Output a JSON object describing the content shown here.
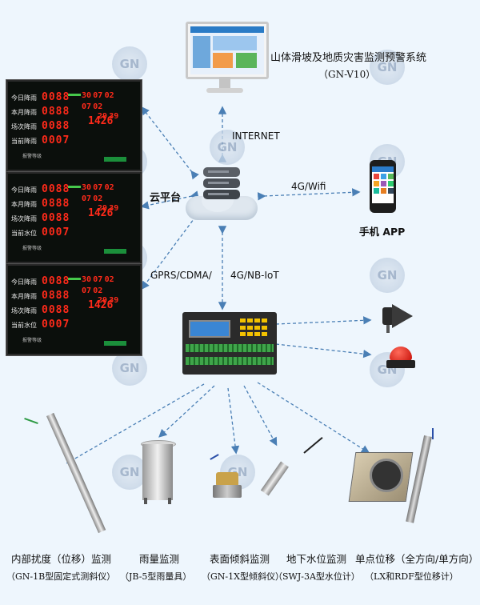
{
  "system_title": "山体滑坡及地质灾害监测预警系统",
  "system_model": "（GN-V10）",
  "link_internet": "INTERNET",
  "cloud_label": "云平台",
  "link_4g_wifi": "4G/Wifi",
  "app_label": "手机 APP",
  "link_gprs": "GPRS/CDMA/",
  "link_nbiot": "4G/NB-IoT",
  "watermark_letter": "GN",
  "panels": [
    {
      "rows": [
        {
          "k": "今日降雨",
          "v": "0088"
        },
        {
          "k": "本月降雨",
          "v": "0888"
        },
        {
          "k": "场次降雨",
          "v": "0088"
        },
        {
          "k": "当前降雨",
          "v": "0007"
        }
      ],
      "date": [
        "30",
        "07",
        "02"
      ],
      "time": "1426",
      "temp": "29",
      "humid": "39",
      "alarm_label": "报警等级"
    },
    {
      "rows": [
        {
          "k": "今日降雨",
          "v": "0088"
        },
        {
          "k": "本月降雨",
          "v": "0888"
        },
        {
          "k": "场次降雨",
          "v": "0088"
        },
        {
          "k": "当前水位",
          "v": "0007"
        }
      ],
      "date": [
        "30",
        "07",
        "02"
      ],
      "time": "1426",
      "temp": "29",
      "humid": "39",
      "alarm_label": "报警等级"
    },
    {
      "rows": [
        {
          "k": "今日降雨",
          "v": "0088"
        },
        {
          "k": "本月降雨",
          "v": "0888"
        },
        {
          "k": "场次降雨",
          "v": "0088"
        },
        {
          "k": "当前水位",
          "v": "0007"
        }
      ],
      "date": [
        "30",
        "07",
        "02"
      ],
      "time": "1426",
      "temp": "29",
      "humid": "39",
      "alarm_label": "报警等级"
    }
  ],
  "sensors": [
    {
      "name": "内部扰度（位移）监测",
      "model": "（GN-1B型固定式测斜仪）"
    },
    {
      "name": "雨量监测",
      "model": "（JB-5型雨量具）"
    },
    {
      "name": "表面倾斜监测",
      "model": "（GN-1X型倾斜仪）"
    },
    {
      "name": "地下水位监测",
      "model": "（SWJ-3A型水位计）"
    },
    {
      "name": "单点位移（全方向/单方向）",
      "model": "（LX和RDF型位移计）"
    }
  ]
}
